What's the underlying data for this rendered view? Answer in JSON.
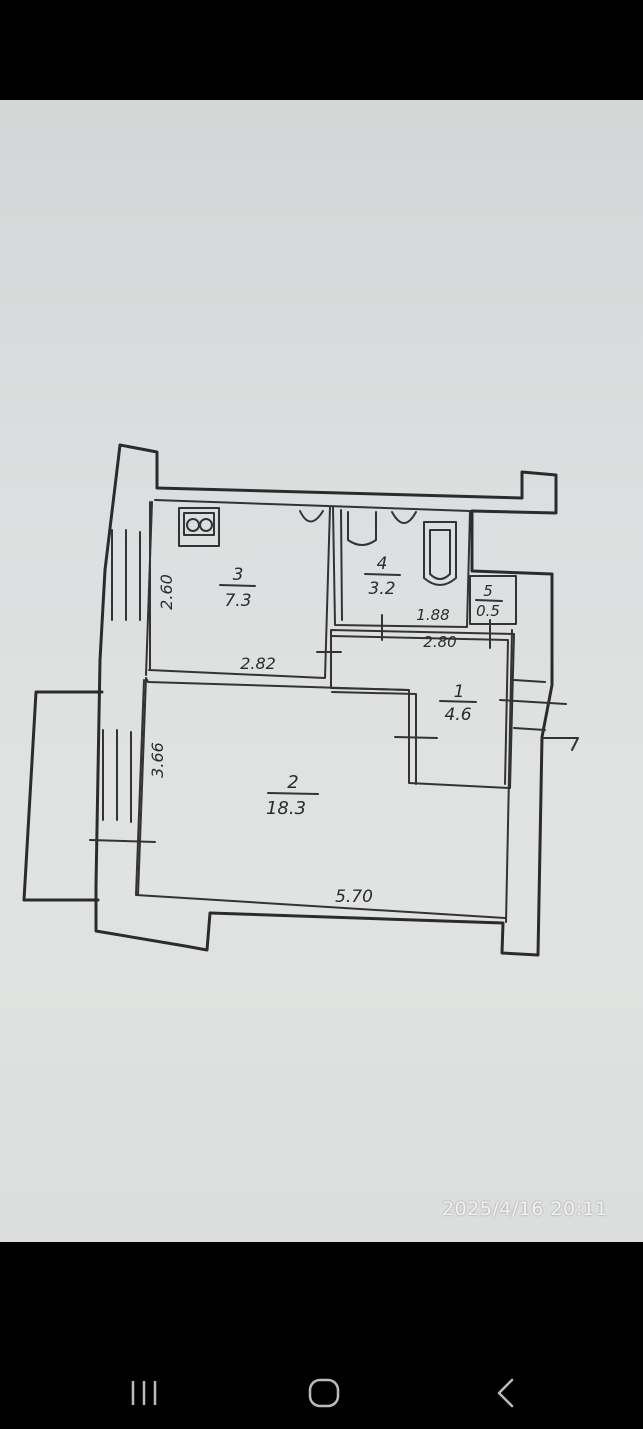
{
  "floor_plan": {
    "rooms": [
      {
        "number": "1",
        "area": "4.6"
      },
      {
        "number": "2",
        "area": "18.3"
      },
      {
        "number": "3",
        "area": "7.3"
      },
      {
        "number": "4",
        "area": "3.2"
      },
      {
        "number": "5",
        "area": "0.5"
      }
    ],
    "dimensions": [
      "2.60",
      "2.82",
      "3.66",
      "5.70",
      "1.88",
      "2.80"
    ]
  },
  "timestamp": "2025/4/16 20:11",
  "navigation": {
    "recents_icon": "recent-apps-icon",
    "home_icon": "home-icon",
    "back_icon": "back-icon"
  },
  "colors": {
    "paper": "#dcdfdf",
    "ink": "#2b2b2e",
    "bars": "#000000"
  }
}
